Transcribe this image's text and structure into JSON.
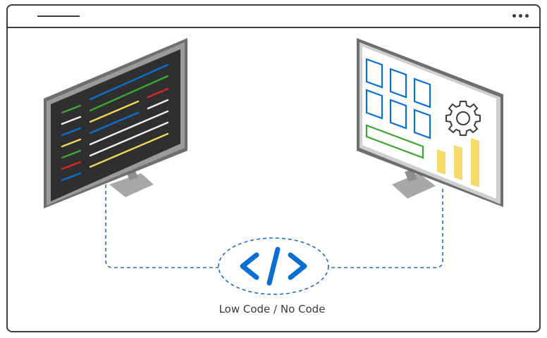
{
  "window": {
    "title": ""
  },
  "caption": "Low Code / No Code",
  "colors": {
    "accent_blue": "#0a6fd1",
    "code_green": "#3aa52f",
    "code_yellow": "#f0d65a",
    "code_red": "#d8262c",
    "code_white": "#f2f2f2",
    "screen_dark": "#2f2f2f",
    "monitor_frame": "#7f7f7f",
    "stand_gray": "#a8a8a8",
    "connector": "#1f6fc8"
  },
  "icons": {
    "left": "code-editor-monitor",
    "right": "dashboard-monitor",
    "center": "code-brackets-icon",
    "gear": "gear-icon",
    "menu": "more-dots-icon"
  }
}
